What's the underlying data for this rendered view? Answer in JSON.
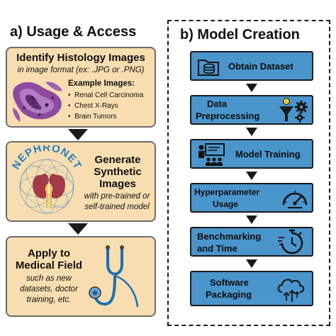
{
  "left": {
    "heading": "a) Usage & Access",
    "box1": {
      "title": "Identify Histology Images",
      "subtitle": "in image format (ex: .JPG or .PNG)",
      "examples_heading": "Example Images:",
      "examples": [
        "Renal Cell Carcinoma",
        "Chest X-Rays",
        "Brain Tumors"
      ]
    },
    "box2": {
      "logo_text": "NEPHRONET",
      "title_lines": [
        "Generate",
        "Synthetic",
        "Images"
      ],
      "subtitle_lines": [
        "with pre-trained or",
        "self-trained model"
      ]
    },
    "box3": {
      "title_lines": [
        "Apply to",
        "Medical Field"
      ],
      "subtitle_lines": [
        "such as new",
        "datasets, doctor",
        "training, etc."
      ]
    }
  },
  "right": {
    "heading": "b) Model Creation",
    "steps": [
      {
        "lines": [
          "Obtain Dataset"
        ],
        "icon": "database-folder-icon"
      },
      {
        "lines": [
          "Data",
          "Preprocessing"
        ],
        "icon": "funnel-gears-icon"
      },
      {
        "lines": [
          "Model Training"
        ],
        "icon": "presenter-board-icon"
      },
      {
        "lines": [
          "Hyperparameter",
          "Usage"
        ],
        "icon": "speedometer-icon"
      },
      {
        "lines": [
          "Benchmarking",
          "and Time"
        ],
        "icon": "stopwatch-icon"
      },
      {
        "lines": [
          "Software",
          "Packaging"
        ],
        "icon": "cloud-upload-icon"
      }
    ]
  },
  "colors": {
    "left_box_fill": "#f7ddb0",
    "right_box_fill": "#4a95cc",
    "arrow": "#1a1a1a",
    "logo_blue": "#2a7fc0"
  }
}
